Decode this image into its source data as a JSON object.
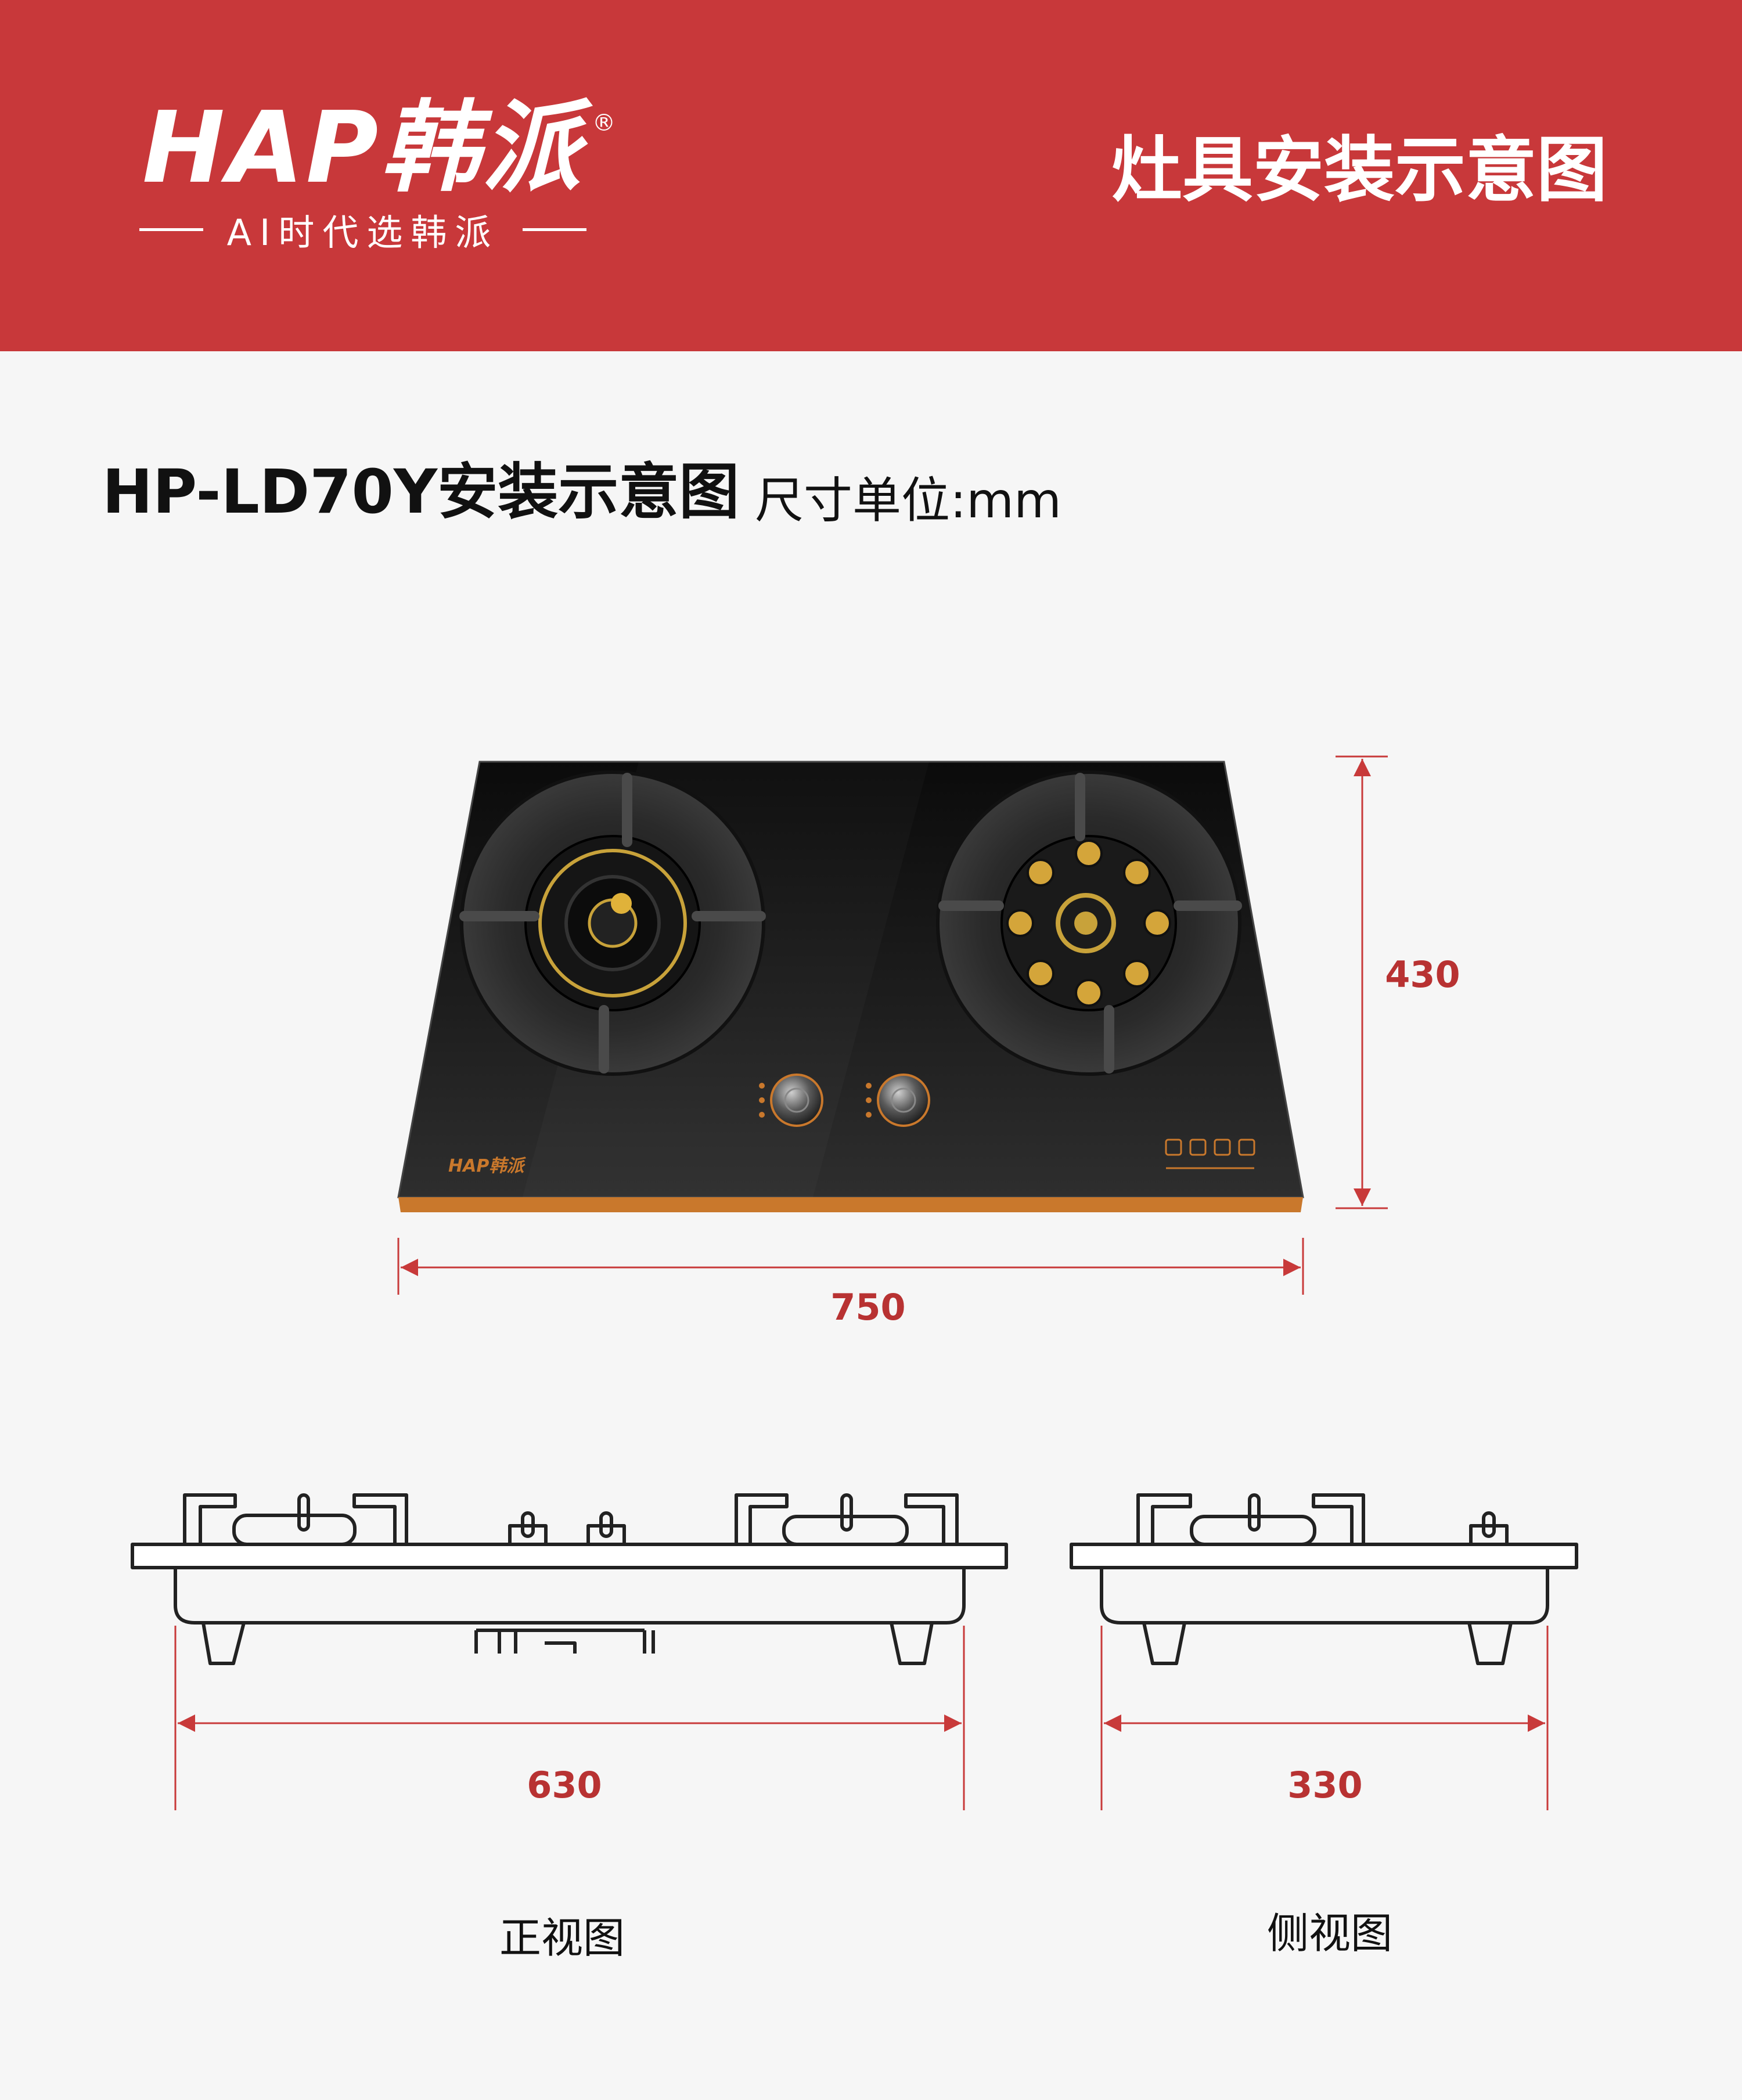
{
  "header": {
    "brand": "HAP韩派",
    "registered_mark": "®",
    "tagline": "AI时代选韩派",
    "title": "灶具安装示意图"
  },
  "heading": {
    "model_title": "HP-LD70Y安装示意图",
    "unit_label": "尺寸单位:mm"
  },
  "top_view": {
    "brand_mark": "HAP韩派",
    "width_mm": "750",
    "depth_mm": "430"
  },
  "front_view": {
    "width_mm": "630",
    "label": "正视图"
  },
  "side_view": {
    "width_mm": "330",
    "label": "侧视图"
  },
  "colors": {
    "header_bg": "#c8383a",
    "dimension": "#c83a3a",
    "glass": "#111111",
    "trim": "#c9782c",
    "brass": "#c8a23a"
  }
}
